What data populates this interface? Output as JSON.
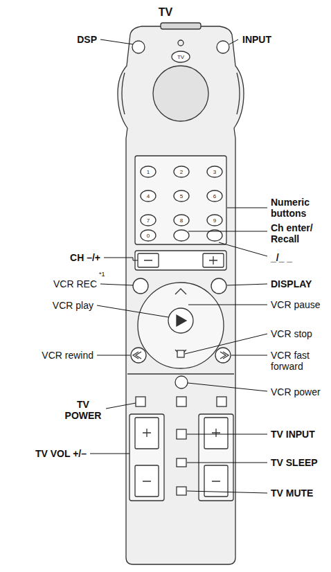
{
  "diagram": {
    "title": "TV",
    "labels": [
      "DSP",
      "INPUT",
      "Numeric buttons",
      "Ch enter/ Recall",
      "CH –/+",
      "_/_ _",
      "VCR REC",
      "*1",
      "DISPLAY",
      "VCR play",
      "VCR pause",
      "VCR stop",
      "VCR rewind",
      "VCR fast forward",
      "VCR power",
      "TV POWER",
      "TV INPUT",
      "TV VOL +/–",
      "TV SLEEP",
      "TV MUTE",
      "TV",
      "1",
      "2",
      "3",
      "4",
      "5",
      "6",
      "7",
      "8",
      "9",
      "0"
    ]
  }
}
